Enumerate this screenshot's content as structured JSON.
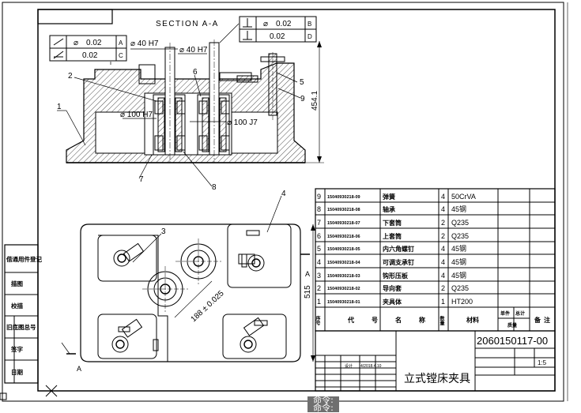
{
  "section_title": "SECTION A-A",
  "tolerance_frames": {
    "left": {
      "row1": {
        "symbol": "⌀",
        "value": "0.02",
        "datum": "A"
      },
      "row2": {
        "value": "0.02",
        "datum": "C"
      }
    },
    "right": {
      "row1": {
        "symbol": "⌀",
        "value": "0.02",
        "datum": "B"
      },
      "row2": {
        "value": "0.02",
        "datum": "D"
      }
    }
  },
  "dimensions": {
    "bore_a": "⌀ 40 H7",
    "bore_b": "⌀ 40 H7",
    "bore_c": "⌀ 100 H7",
    "bore_d": "⌀ 100 J7",
    "height": "454.1",
    "width": "515",
    "distance": "188 ± 0.025"
  },
  "view_labels": {
    "a_side": "A",
    "a_bottom": "A"
  },
  "callouts": [
    "1",
    "2",
    "3",
    "4",
    "5",
    "6",
    "7",
    "8",
    "9"
  ],
  "bom": {
    "rows": [
      {
        "no": "9",
        "code": "15040930218-09",
        "name": "弹簧",
        "qty": "4",
        "material": "50CrVA"
      },
      {
        "no": "8",
        "code": "15040930218-08",
        "name": "轴承",
        "qty": "4",
        "material": "45钢"
      },
      {
        "no": "7",
        "code": "15040930218-07",
        "name": "下套筒",
        "qty": "2",
        "material": "Q235"
      },
      {
        "no": "6",
        "code": "15040930218-06",
        "name": "上套筒",
        "qty": "2",
        "material": "Q235"
      },
      {
        "no": "5",
        "code": "15040930218-05",
        "name": "内六角螺钉",
        "qty": "4",
        "material": "45钢"
      },
      {
        "no": "4",
        "code": "15040930218-04",
        "name": "可调支承钉",
        "qty": "4",
        "material": "45钢"
      },
      {
        "no": "3",
        "code": "15040930218-03",
        "name": "钩形压板",
        "qty": "4",
        "material": "45钢"
      },
      {
        "no": "2",
        "code": "15040930218-02",
        "name": "导向套",
        "qty": "2",
        "material": "Q235"
      },
      {
        "no": "1",
        "code": "15040930218-01",
        "name": "夹具体",
        "qty": "1",
        "material": "HT200"
      }
    ],
    "header": {
      "no": "序号",
      "code": "代号",
      "name": "名称",
      "qty": "数量",
      "material": "材料",
      "unit_mass": "单件",
      "total_mass": "总计",
      "mass": "质量",
      "remark": "备注"
    }
  },
  "title_block": {
    "drawing_no": "2060150117-00",
    "title": "立式镗床夹具",
    "scale": "1:5",
    "signed": "4/2018.4.10",
    "author": "设计"
  },
  "side_labels": [
    "借通用件登记",
    "描图",
    "校描",
    "旧底图总号",
    "签字",
    "日期"
  ],
  "command_line": {
    "line1": "命令:",
    "line2": "命令:"
  }
}
